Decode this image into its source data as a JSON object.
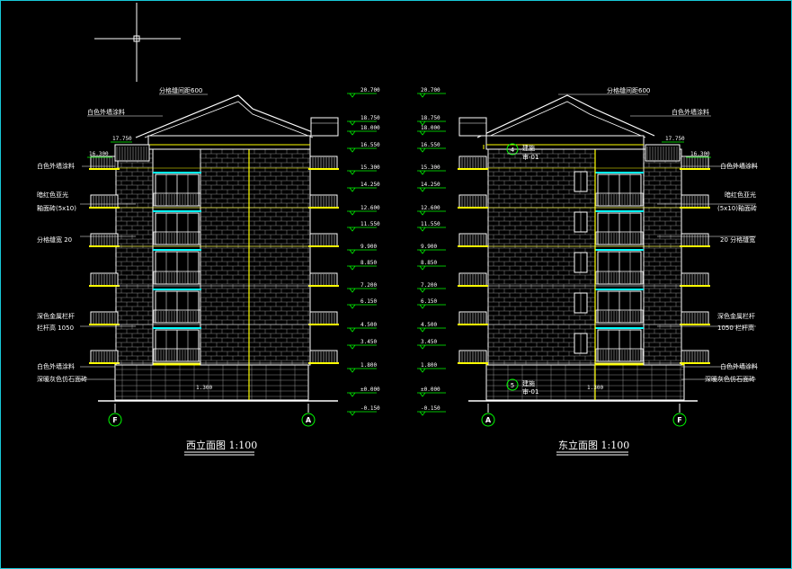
{
  "colors": {
    "background": "#000000",
    "frame": "#18c8d8",
    "wall": "#ffffff",
    "yellow": "#ffff00",
    "green": "#00ff00",
    "cyan": "#00ffff",
    "brick": "#b0b0b0",
    "text": "#ffffff"
  },
  "west": {
    "title": "西立面图 1:100",
    "left_axis": "F",
    "right_axis": "A",
    "annotations": [
      "分格缝间距600",
      "白色外墙涂料",
      "白色外墙涂料",
      "暗红色亚光",
      "釉面砖(5x10)",
      "分格缝宽 20",
      "深色金属栏杆",
      "栏杆高 1050",
      "白色外墙涂料",
      "深暖灰色仿石面砖"
    ],
    "left_mark": "16.300",
    "left_mark_top": "17.750",
    "base_label": "1.300",
    "elevations": [
      "20.700",
      "18.750",
      "18.000",
      "16.550",
      "15.300",
      "14.250",
      "12.600",
      "11.550",
      "9.900",
      "8.850",
      "7.200",
      "6.150",
      "4.500",
      "3.450",
      "1.800",
      "±0.000",
      "-0.150"
    ]
  },
  "east": {
    "title": "东立面图 1:100",
    "left_axis": "A",
    "right_axis": "F",
    "annotations": [
      "分格缝间距600",
      "白色外墙涂料",
      "白色外墙涂料",
      "暗红色亚光",
      "(5x10)釉面砖",
      "20 分格缝宽",
      "深色金属栏杆",
      "1050 栏杆高",
      "白色外墙涂料",
      "深暖灰色仿石面砖"
    ],
    "detail_top_num": "4",
    "detail_top_label": "建施",
    "detail_top_ref": "审-01",
    "detail_bot_num": "5",
    "detail_bot_label": "建施",
    "detail_bot_ref": "审-01",
    "right_mark": "16.300",
    "right_mark_top": "17.750",
    "base_label": "1.300",
    "elevations": [
      "20.700",
      "18.750",
      "18.000",
      "16.550",
      "15.300",
      "14.250",
      "12.600",
      "11.550",
      "9.900",
      "8.850",
      "7.200",
      "6.150",
      "4.500",
      "3.450",
      "1.800",
      "±0.000",
      "-0.150"
    ]
  }
}
